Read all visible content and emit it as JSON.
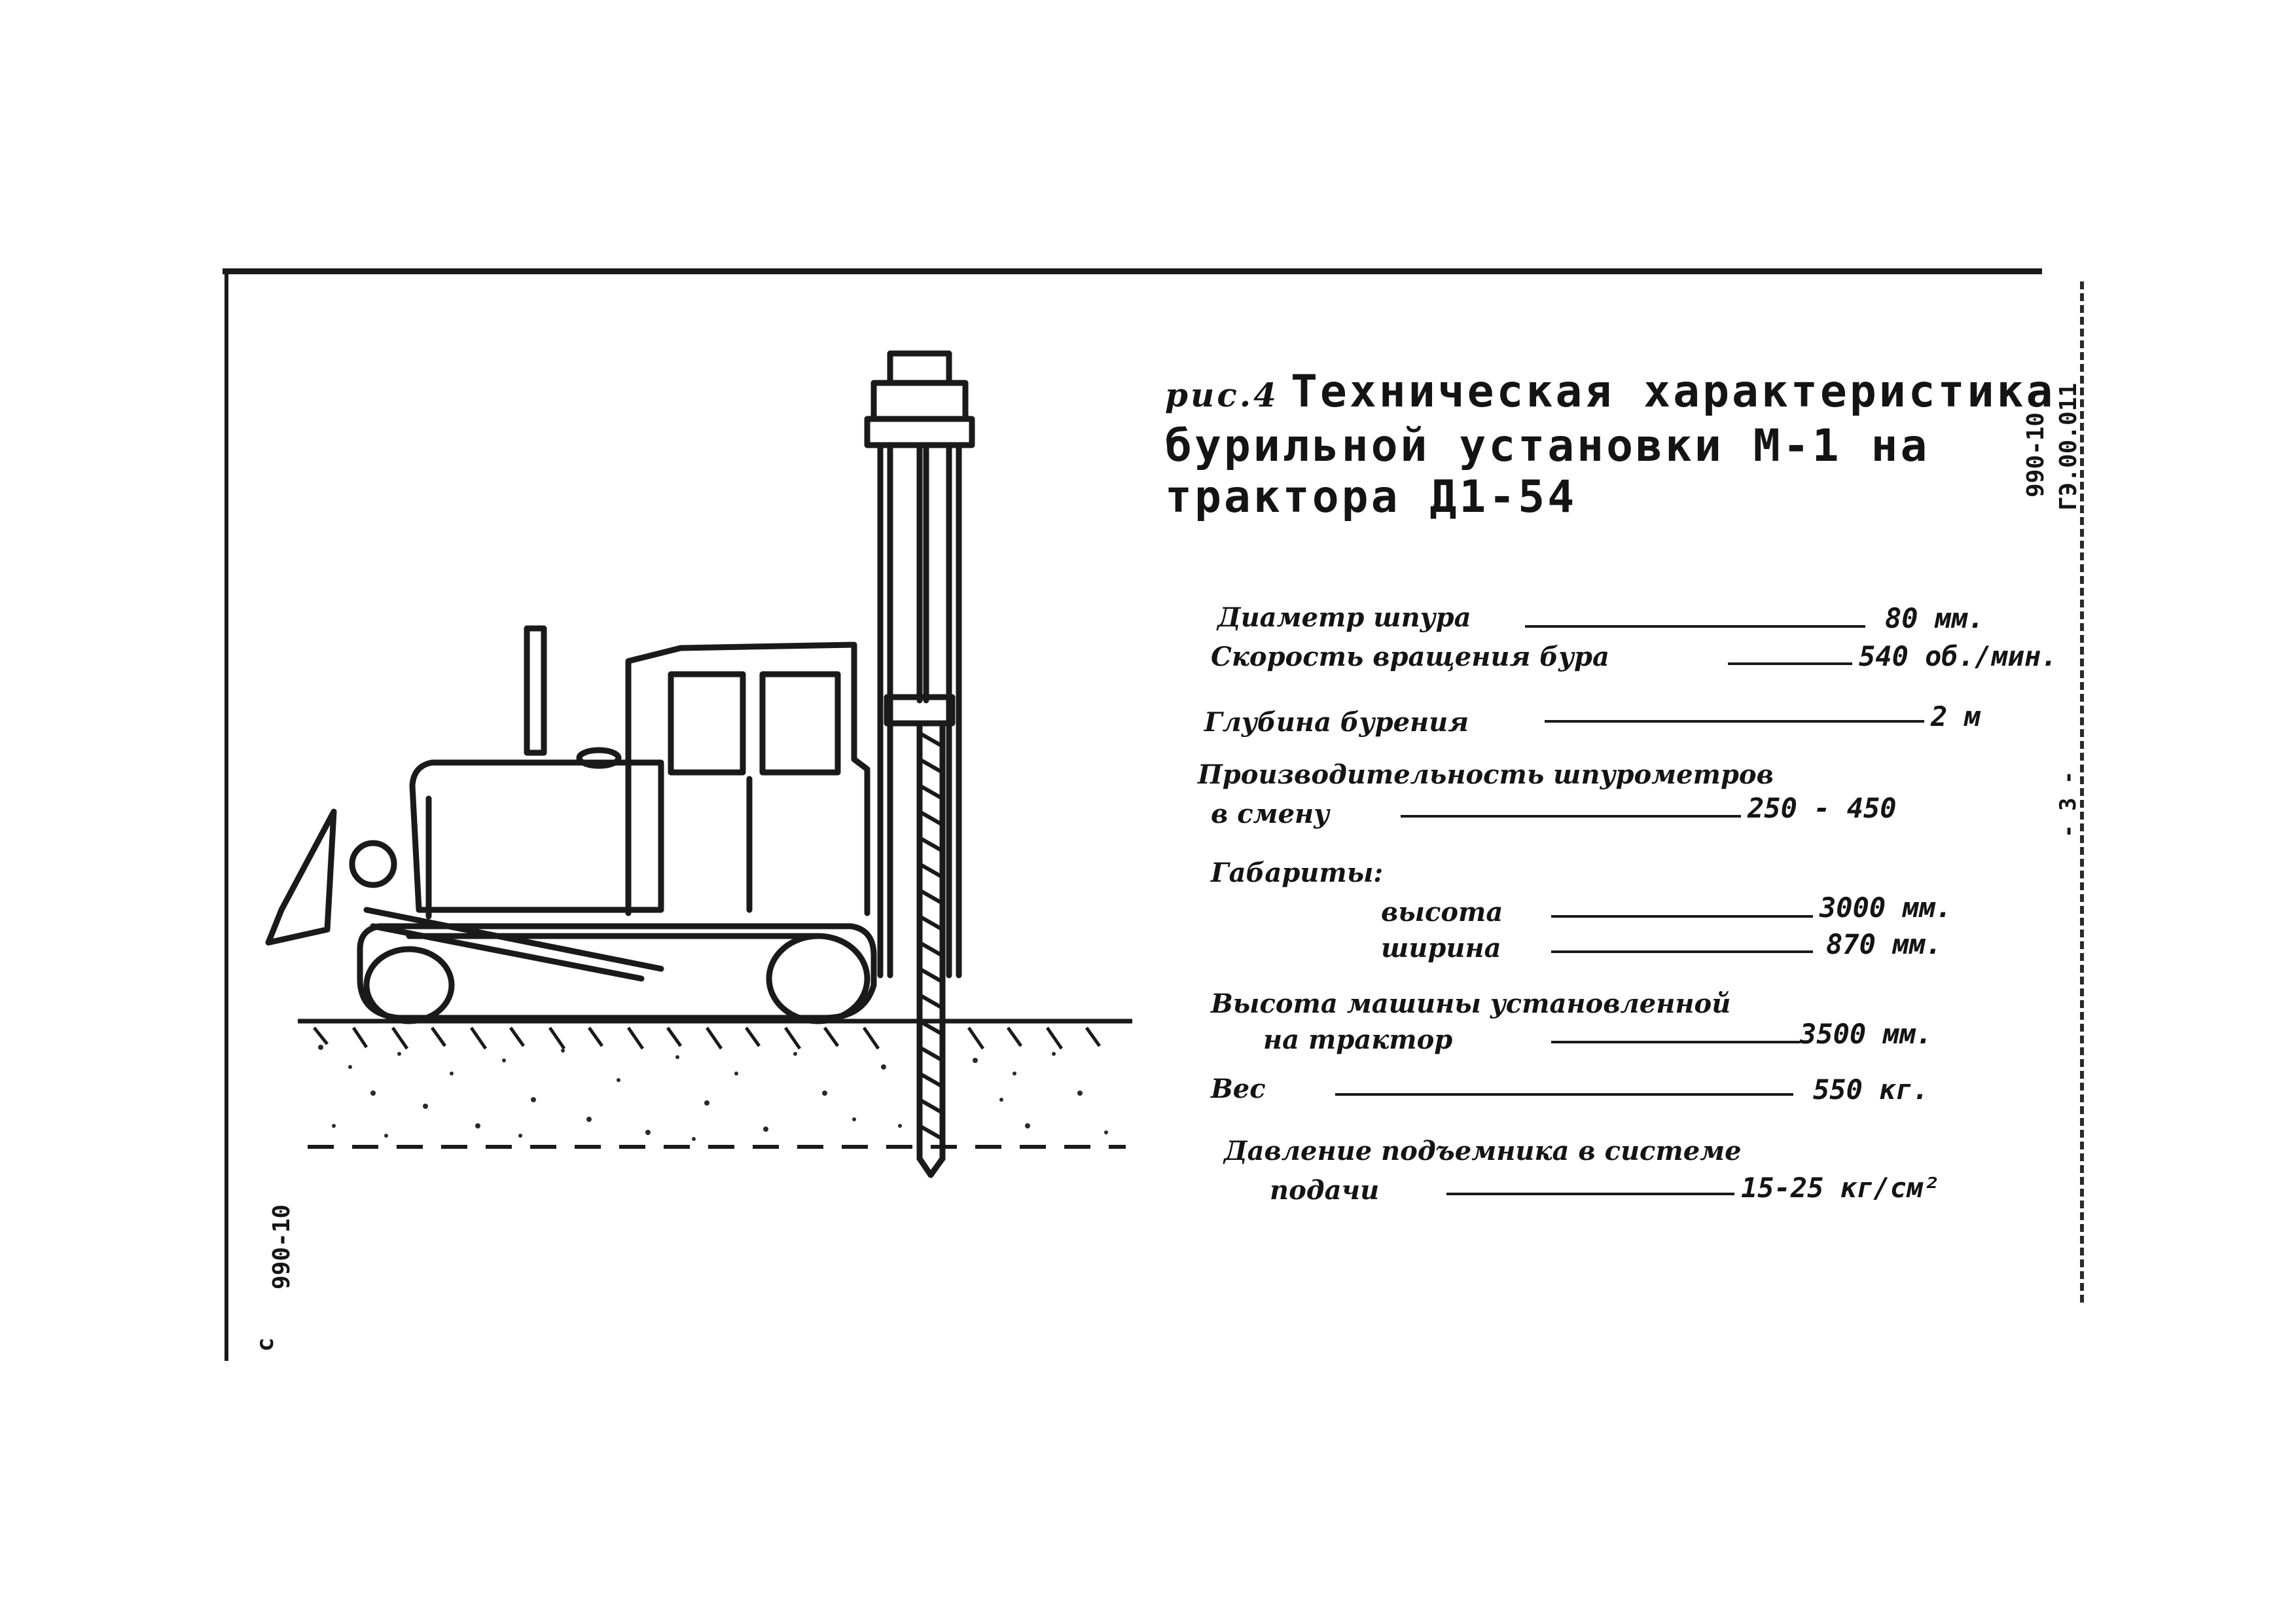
{
  "title": {
    "prefix": "рис.4",
    "line1": "Техническая характеристика",
    "line2": "бурильной установки М-1 на",
    "line3": "трактора Д1-54"
  },
  "specs": [
    {
      "label": "Диаметр шпура",
      "value": "80 мм."
    },
    {
      "label": "Скорость вращения бура",
      "value": "540 об./мин."
    },
    {
      "label": "Глубина бурения",
      "value": "2 м"
    },
    {
      "label": "Производительность шпурометров",
      "label2": "в смену",
      "value": "250 - 450"
    },
    {
      "label": "Габариты:"
    },
    {
      "label": "высота",
      "value": "3000 мм."
    },
    {
      "label": "ширина",
      "value": "870 мм."
    },
    {
      "label": "Высота машины установленной",
      "label2": "на трактор",
      "value": "3500 мм."
    },
    {
      "label": "Вес",
      "value": "550 кг."
    },
    {
      "label": "Давление подъемника в системе",
      "label2": "подачи",
      "value": "15-25 кг/см²"
    }
  ],
  "side_codes": {
    "top_right_1": "990-10",
    "top_right_2": "ГЭ.00.011",
    "bottom_left": "990-10",
    "bottom_left_2": "с"
  },
  "page_number": "- 3 -"
}
